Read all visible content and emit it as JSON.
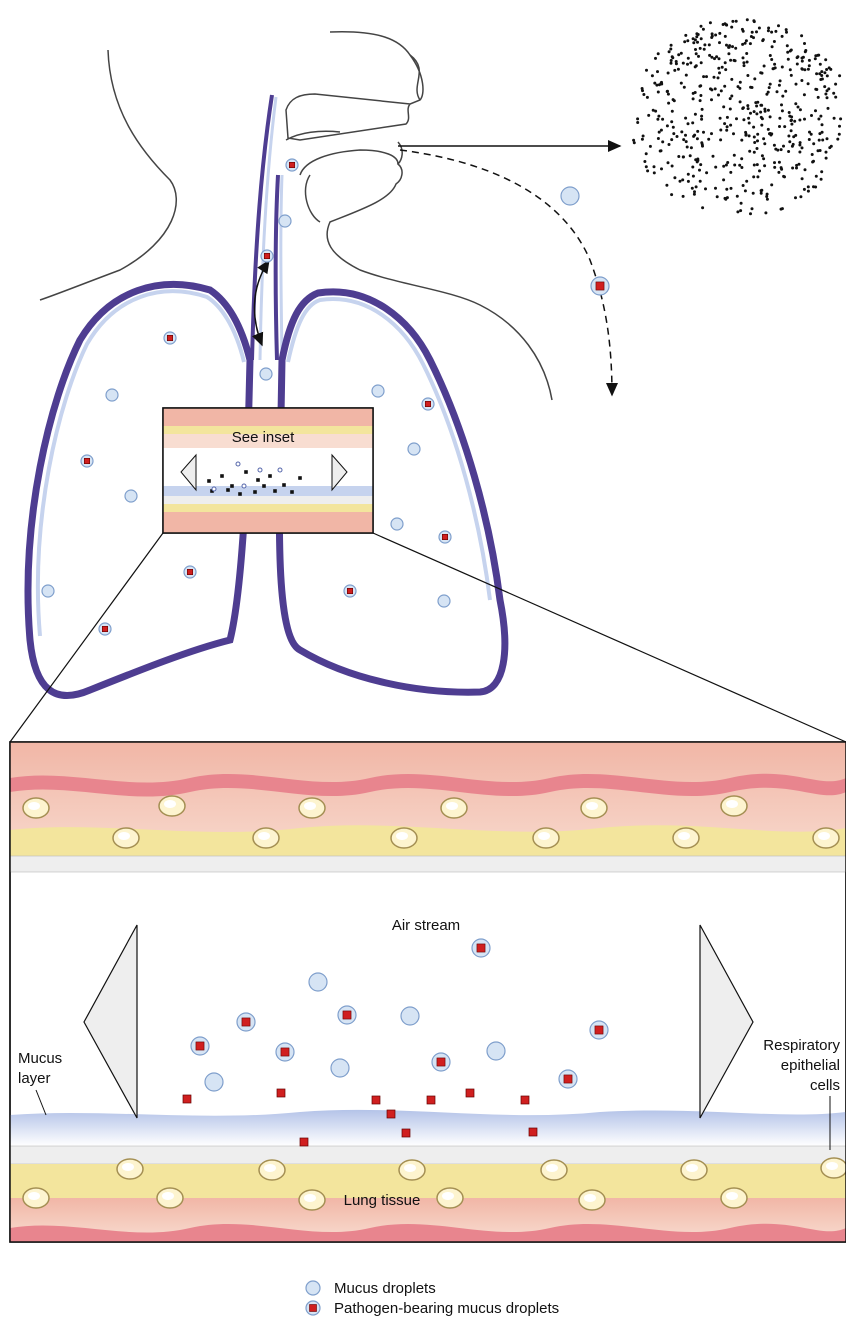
{
  "labels": {
    "see_inset": "See inset",
    "air_stream": "Air stream",
    "mucus_layer_line1": "Mucus",
    "mucus_layer_line2": "layer",
    "respiratory_line1": "Respiratory",
    "respiratory_line2": "epithelial",
    "respiratory_line3": "cells",
    "lung_tissue": "Lung tissue"
  },
  "legend": {
    "mucus_droplets": "Mucus droplets",
    "pathogen_droplets": "Pathogen-bearing mucus droplets"
  },
  "colors": {
    "droplet_fill": "#d6e4f4",
    "droplet_stroke": "#7f9fcc",
    "pathogen_red": "#d01f1f",
    "lung_outline": "#4e3d91",
    "tissue_pink": "#f6d6c9",
    "tissue_band": "#e8858e",
    "fat_yellow": "#f3e59d",
    "mucus_blue": "#c6d3ee"
  }
}
